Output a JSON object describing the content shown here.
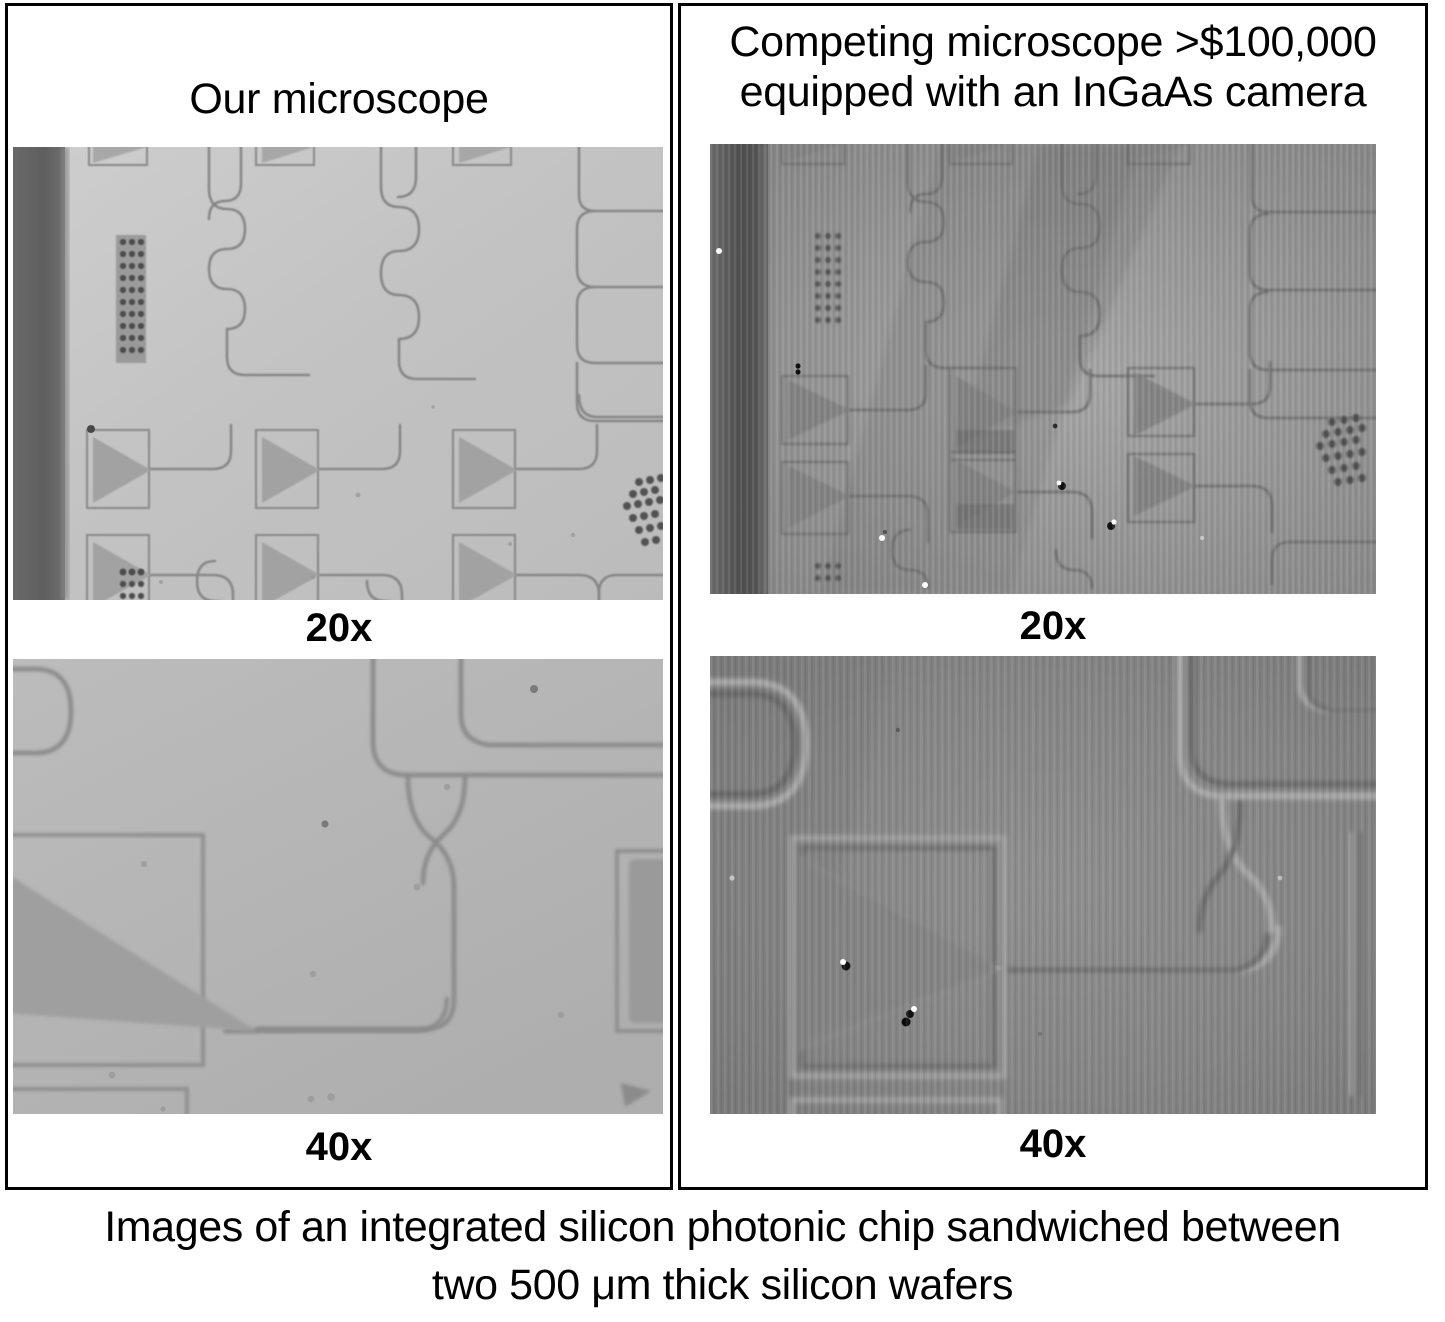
{
  "figure": {
    "caption_line1": "Images of an integrated silicon photonic chip sandwiched between",
    "caption_line2": "two 500 μm thick silicon wafers"
  },
  "panels": [
    {
      "id": "left",
      "title": "Our microscope",
      "title_lines": [
        "Our microscope"
      ],
      "images": [
        {
          "magnification": "20x",
          "subject": "silicon-photonic-chip-20x-our-microscope"
        },
        {
          "magnification": "40x",
          "subject": "silicon-photonic-chip-40x-our-microscope"
        }
      ]
    },
    {
      "id": "right",
      "title": "Competing microscope >$100,000 equipped with an InGaAs camera",
      "title_lines": [
        "Competing microscope >$100,000",
        "equipped with an InGaAs camera"
      ],
      "images": [
        {
          "magnification": "20x",
          "subject": "silicon-photonic-chip-20x-competing-microscope"
        },
        {
          "magnification": "40x",
          "subject": "silicon-photonic-chip-40x-competing-microscope"
        }
      ]
    }
  ],
  "colors": {
    "frame_border": "#000000",
    "background": "#ffffff",
    "text": "#000000",
    "our_20x_substrate": "#cfcfcf",
    "our_20x_dark_edge": "#5e5e5e",
    "our_40x_substrate": "#b4b4b4",
    "competing_20x_substrate": "#8f8f8f",
    "competing_20x_dark_edge": "#4a4a4a",
    "competing_40x_substrate": "#7e7e7e",
    "waveguide_line": "#8f8f8f",
    "taper_fill": "#a9a9a9"
  }
}
